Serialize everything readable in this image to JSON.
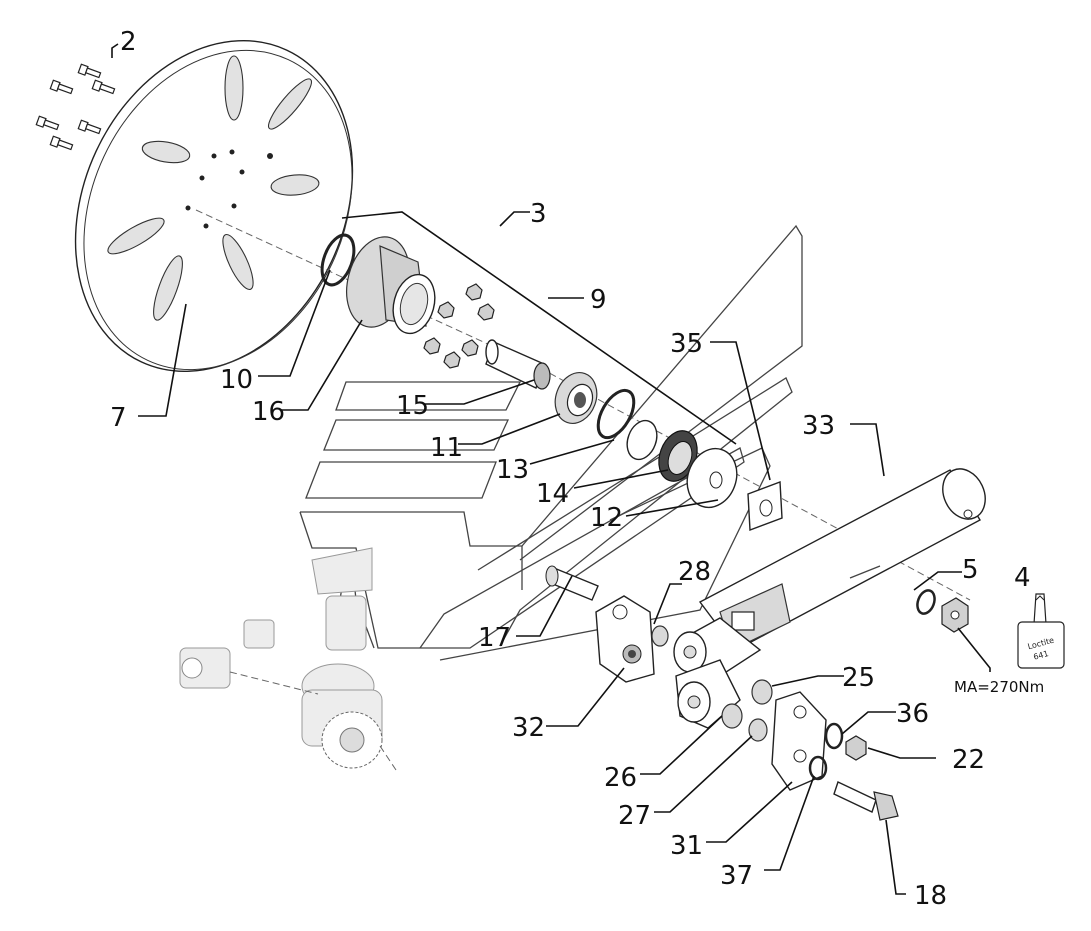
{
  "callouts": {
    "c2": "2",
    "c3": "3",
    "c9": "9",
    "c35": "35",
    "c33": "33",
    "c7": "7",
    "c10": "10",
    "c16": "16",
    "c15": "15",
    "c11": "11",
    "c13": "13",
    "c14": "14",
    "c12": "12",
    "c28": "28",
    "c17": "17",
    "c32": "32",
    "c5": "5",
    "c4": "4",
    "c25": "25",
    "c36": "36",
    "c22": "22",
    "c26": "26",
    "c27": "27",
    "c31": "31",
    "c37": "37",
    "c18": "18"
  },
  "torque_spec": "MA=270Nm",
  "adhesive_label": {
    "line1": "Loctite",
    "line2": "641"
  },
  "colors": {
    "line": "#111111",
    "part_shade": "#d9d9d9",
    "ghost_fill": "#ededed"
  }
}
